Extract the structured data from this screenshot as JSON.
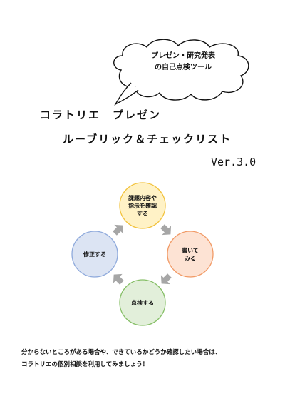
{
  "speech_bubble": {
    "line1": "プレゼン・研究発表",
    "line2": "の自己点検ツール"
  },
  "title": {
    "line1": "コラトリエ　プレゼン",
    "line2": "ルーブリック＆チェックリスト",
    "version": "Ver.3.0"
  },
  "cycle": {
    "steps": [
      {
        "lines": [
          "課題内容や",
          "指示を確認",
          "する"
        ],
        "fill": "#fff2c6",
        "stroke": "#f2c23c"
      },
      {
        "lines": [
          "書いて",
          "みる"
        ],
        "fill": "#fde3d4",
        "stroke": "#f19a66"
      },
      {
        "lines": [
          "点検する"
        ],
        "fill": "#e2efda",
        "stroke": "#86bf67"
      },
      {
        "lines": [
          "修正する"
        ],
        "fill": "#dce4f3",
        "stroke": "#8faadc"
      }
    ],
    "arrow_color": "#a6a6a6"
  },
  "note": {
    "line1": "分からないところがある場合や、できているかどうか確認したい場合は、",
    "line2": "コラトリエの個別相談を利用してみましょう！"
  }
}
